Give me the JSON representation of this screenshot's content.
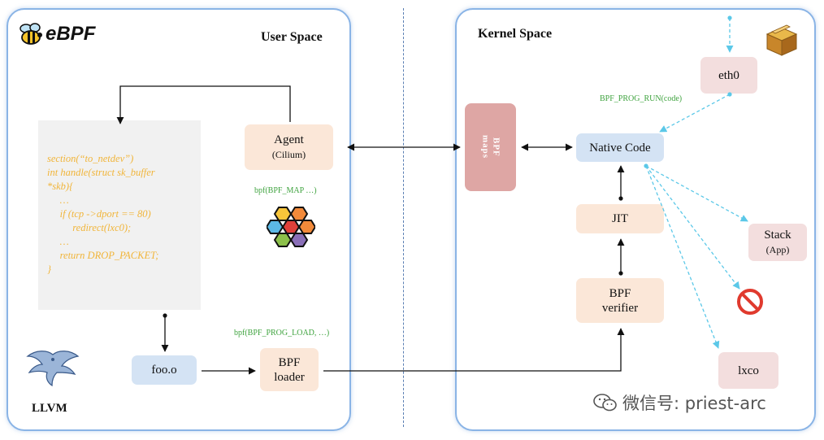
{
  "logo": {
    "text": "eBPF"
  },
  "user_space": {
    "title": "User Space",
    "code_lines": [
      "section(“to_netdev”)",
      "int handle(struct sk_buffer",
      "*skb){",
      "     …",
      "     if (tcp ->dport == 80)",
      "          redirect(lxc0);",
      "     …",
      "     return DROP_PACKET;",
      "}"
    ],
    "agent": {
      "title": "Agent",
      "subtitle": "(Cilium)"
    },
    "bpf_map_call": "bpf(BPF_MAP …)",
    "bpf_prog_load_call": "bpf(BPF_PROG_LOAD, …)",
    "object_file": "foo.o",
    "loader": {
      "line1": "BPF",
      "line2": "loader"
    },
    "compiler": "LLVM"
  },
  "kernel_space": {
    "title": "Kernel Space",
    "bpf_maps": "BPF\nmaps",
    "interface": "eth0",
    "prog_run_call": "BPF_PROG_RUN(code)",
    "native_code": "Native Code",
    "jit": "JIT",
    "verifier": {
      "line1": "BPF",
      "line2": "verifier"
    },
    "stack": {
      "title": "Stack",
      "subtitle": "(App)"
    },
    "container_iface": "lxco"
  },
  "watermark": "微信号: priest-arc",
  "colors": {
    "panel_border": "#8ab4e6",
    "code_text": "#f1b53a",
    "call_label": "#3fa33f",
    "dashed_flow": "#5bc8e8",
    "bpf_maps_fill": "#dea6a4"
  }
}
